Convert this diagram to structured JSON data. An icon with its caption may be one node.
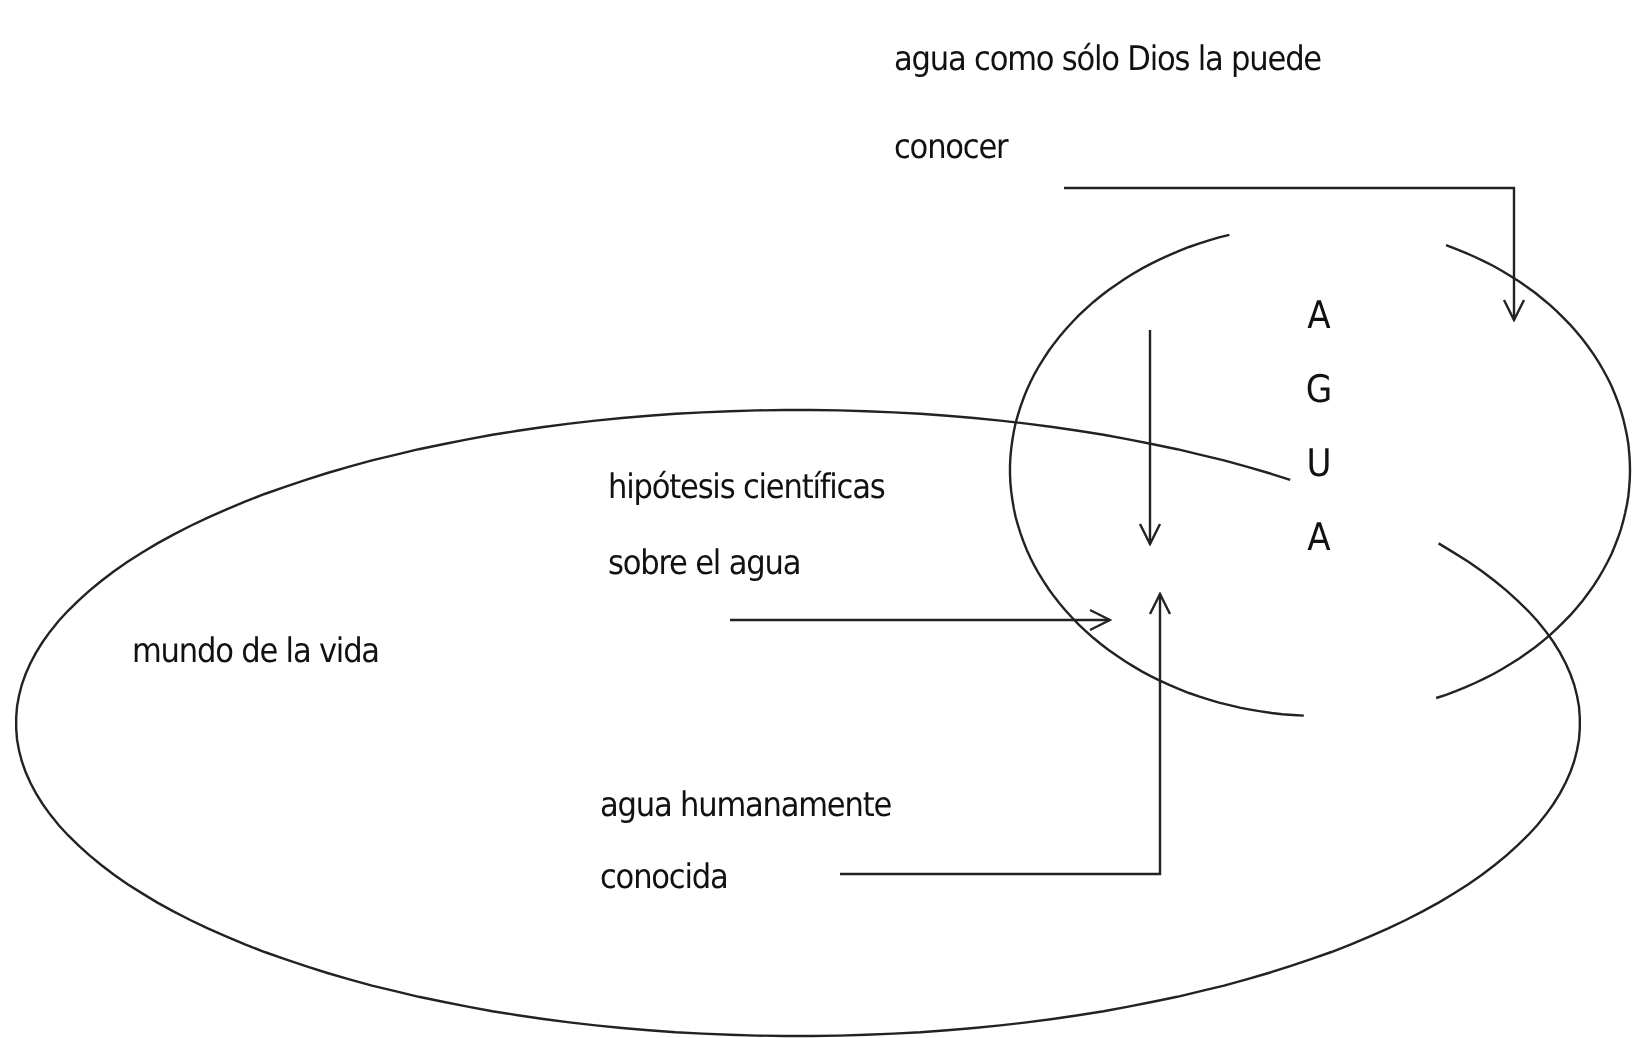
{
  "diagram": {
    "nodes": [
      {
        "text": [
          "mundo de la vida"
        ]
      },
      {
        "text": [
          "AGUA"
        ]
      },
      {
        "text": [
          "agua como sólo Dios la puede conocer"
        ]
      },
      {
        "text": [
          "hipótesis científicas sobre el agua"
        ],
        "in": 0
      },
      {
        "text": [
          "agua humanamente conocida"
        ],
        "in": 0
      }
    ],
    "edges": [
      {
        "from": 2,
        "to": 1,
        "arrow": "to"
      },
      {
        "from": 3,
        "to": 1,
        "arrow": "to"
      },
      {
        "from": 4,
        "to": 1,
        "arrow": "to"
      }
    ]
  }
}
